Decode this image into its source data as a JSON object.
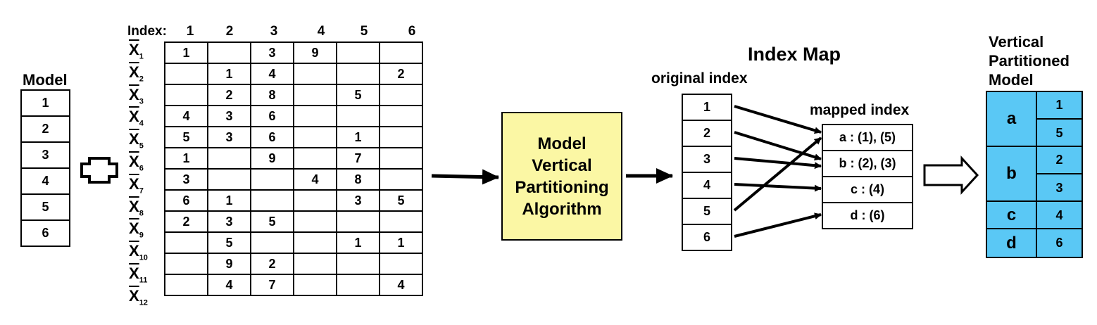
{
  "model": {
    "title": "Model",
    "items": [
      "1",
      "2",
      "3",
      "4",
      "5",
      "6"
    ]
  },
  "matrix": {
    "index_label": "Index:",
    "columns": [
      "1",
      "2",
      "3",
      "4",
      "5",
      "6"
    ],
    "row_symbol": "X",
    "row_subscripts": [
      "1",
      "2",
      "3",
      "4",
      "5",
      "6",
      "7",
      "8",
      "9",
      "10",
      "11",
      "12"
    ],
    "rows": [
      [
        "1",
        "",
        "3",
        "9",
        "",
        ""
      ],
      [
        "",
        "1",
        "4",
        "",
        "",
        "2"
      ],
      [
        "",
        "2",
        "8",
        "",
        "5",
        ""
      ],
      [
        "4",
        "3",
        "6",
        "",
        "",
        ""
      ],
      [
        "5",
        "3",
        "6",
        "",
        "1",
        ""
      ],
      [
        "1",
        "",
        "9",
        "",
        "7",
        ""
      ],
      [
        "3",
        "",
        "",
        "4",
        "8",
        ""
      ],
      [
        "6",
        "1",
        "",
        "",
        "3",
        "5"
      ],
      [
        "2",
        "3",
        "5",
        "",
        "",
        ""
      ],
      [
        "",
        "5",
        "",
        "",
        "1",
        "1"
      ],
      [
        "",
        "9",
        "2",
        "",
        "",
        ""
      ],
      [
        "",
        "4",
        "7",
        "",
        "",
        "4"
      ]
    ]
  },
  "algorithm": {
    "lines": [
      "Model",
      "Vertical",
      "Partitioning",
      "Algorithm"
    ],
    "fill": "#fbf7a4"
  },
  "index_map": {
    "title": "Index Map",
    "original_title": "original index",
    "original": [
      "1",
      "2",
      "3",
      "4",
      "5",
      "6"
    ],
    "mapped_title": "mapped index",
    "mapped": [
      "a : (1), (5)",
      "b : (2), (3)",
      "c : (4)",
      "d : (6)"
    ],
    "links": [
      [
        1,
        "a"
      ],
      [
        2,
        "b"
      ],
      [
        3,
        "b"
      ],
      [
        4,
        "c"
      ],
      [
        5,
        "a"
      ],
      [
        6,
        "d"
      ]
    ]
  },
  "partitioned": {
    "title_lines": [
      "Vertical",
      "Partitioned",
      "Model"
    ],
    "fill": "#5ac8f5",
    "groups": [
      {
        "letter": "a",
        "values": [
          "1",
          "5"
        ]
      },
      {
        "letter": "b",
        "values": [
          "2",
          "3"
        ]
      },
      {
        "letter": "c",
        "values": [
          "4"
        ]
      },
      {
        "letter": "d",
        "values": [
          "6"
        ]
      }
    ]
  }
}
